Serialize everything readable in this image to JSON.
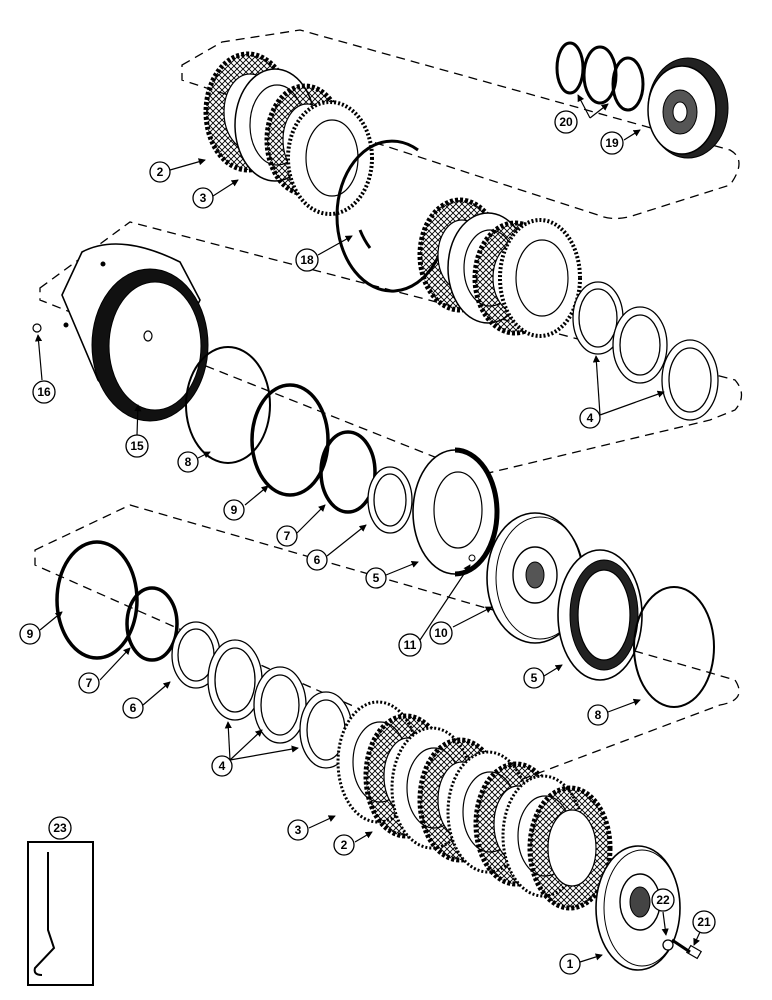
{
  "callouts": {
    "c1": "1",
    "c2a": "2",
    "c2b": "2",
    "c3a": "3",
    "c3b": "3",
    "c4a": "4",
    "c4b": "4",
    "c5a": "5",
    "c5b": "5",
    "c6a": "6",
    "c6b": "6",
    "c7a": "7",
    "c7b": "7",
    "c8a": "8",
    "c8b": "8",
    "c9a": "9",
    "c9b": "9",
    "c10": "10",
    "c11": "11",
    "c15": "15",
    "c16": "16",
    "c18": "18",
    "c19": "19",
    "c20": "20",
    "c21": "21",
    "c22": "22",
    "c23": "23"
  }
}
